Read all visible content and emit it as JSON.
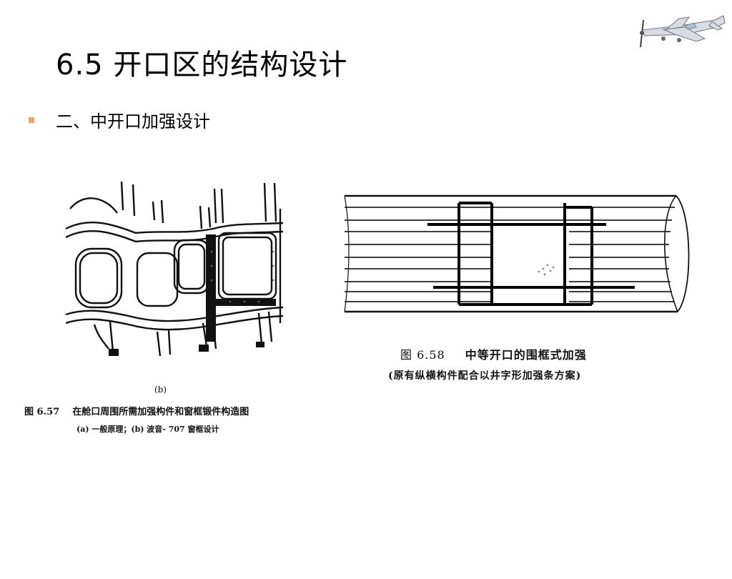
{
  "slide": {
    "title": "6.5  开口区的结构设计",
    "bullet": "二、中开口加强设计"
  },
  "colors": {
    "bullet": "#f4a269",
    "ink": "#111111"
  },
  "icons": {
    "logo": "airplane-icon"
  },
  "figure_657": {
    "subfigure_label": "(b)",
    "number": "图 6.57",
    "caption": "在舱口周围所需加强构件和窗框锻件构造图",
    "subcaption": "(a) 一般原理；(b) 波音- 707 窗框设计"
  },
  "figure_658": {
    "number": "图 6.58",
    "caption": "中等开口的围框式加强",
    "subcaption": "(原有纵横构件配合以井字形加强条方案)"
  }
}
